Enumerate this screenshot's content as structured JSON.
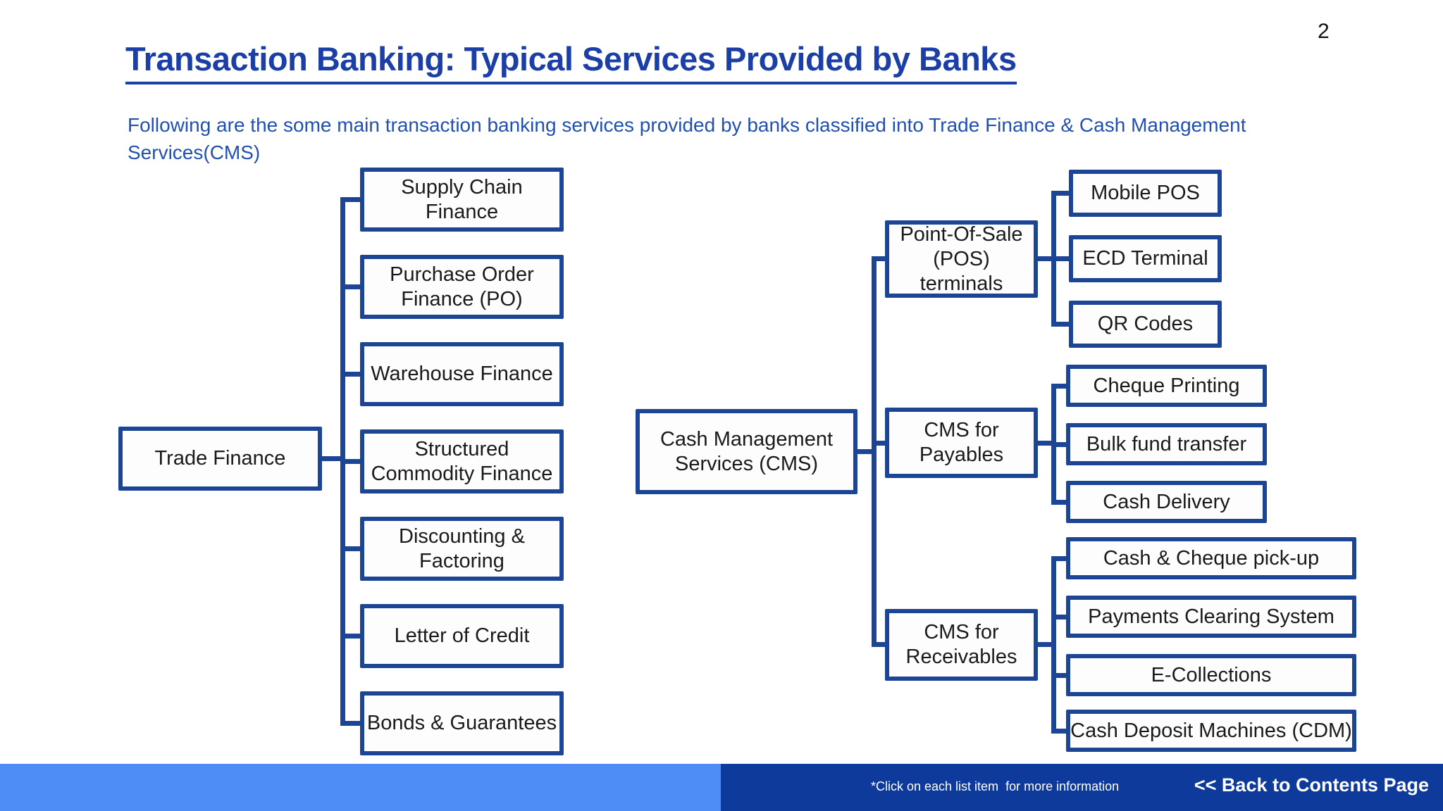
{
  "page": {
    "number": "2"
  },
  "header": {
    "title": "Transaction Banking: Typical Services Provided by Banks",
    "subtitle": "Following are the some main transaction banking services provided by banks classified into Trade Finance & Cash Management\nServices(CMS)"
  },
  "colors": {
    "box_border": "#1c4596",
    "title_blue": "#1b3fa6",
    "subtitle_blue": "#2150b0",
    "footer_light_blue": "#4e8df5",
    "footer_dark_blue": "#0e3a9b",
    "box_text": "#1a1a1a"
  },
  "trade_tree": {
    "root": {
      "label": "Trade Finance"
    },
    "children": [
      {
        "label": "Supply Chain Finance"
      },
      {
        "label": "Purchase Order\nFinance (PO)"
      },
      {
        "label": "Warehouse Finance"
      },
      {
        "label": "Structured\nCommodity Finance"
      },
      {
        "label": "Discounting &\nFactoring"
      },
      {
        "label": "Letter of Credit"
      },
      {
        "label": "Bonds & Guarantees"
      }
    ]
  },
  "cms_tree": {
    "root": {
      "label": "Cash Management\nServices (CMS)"
    },
    "branches": [
      {
        "label": "Point-Of-Sale\n(POS) terminals",
        "children": [
          {
            "label": "Mobile POS"
          },
          {
            "label": "ECD Terminal"
          },
          {
            "label": "QR Codes"
          }
        ]
      },
      {
        "label": "CMS for\nPayables",
        "children": [
          {
            "label": "Cheque Printing"
          },
          {
            "label": "Bulk fund transfer"
          },
          {
            "label": "Cash Delivery"
          }
        ]
      },
      {
        "label": "CMS for\nReceivables",
        "children": [
          {
            "label": "Cash & Cheque pick-up"
          },
          {
            "label": "Payments Clearing System"
          },
          {
            "label": "E-Collections"
          },
          {
            "label": "Cash Deposit Machines (CDM)"
          }
        ]
      }
    ]
  },
  "footer": {
    "note": "*Click on each list item  for more information",
    "back_link": "<< Back to Contents Page"
  }
}
